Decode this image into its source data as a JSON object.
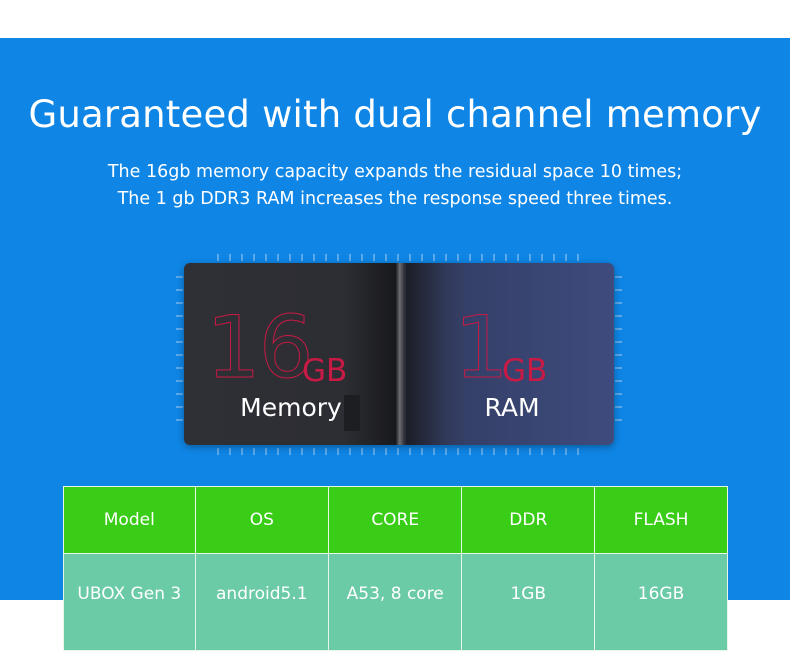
{
  "headline": "Guaranteed with dual channel memory",
  "subtitle": {
    "line1": "The 16gb memory capacity expands the residual space 10 times;",
    "line2": "The 1 gb DDR3 RAM increases the response speed three times."
  },
  "chip": {
    "memory": {
      "number": "16",
      "unit": "GB",
      "label": "Memory"
    },
    "ram": {
      "number": "1",
      "unit": "GB",
      "label": "RAM"
    },
    "accent_color": "#c91a45"
  },
  "spec_table": {
    "headers": [
      "Model",
      "OS",
      "CORE",
      "DDR",
      "FLASH"
    ],
    "rows": [
      [
        "UBOX Gen 3",
        "android5.1",
        "A53, 8 core",
        "1GB",
        "16GB"
      ]
    ],
    "header_color": "#3acd17",
    "row_color": "#6ccba7"
  },
  "colors": {
    "background": "#0f86e6",
    "text": "#ffffff"
  }
}
